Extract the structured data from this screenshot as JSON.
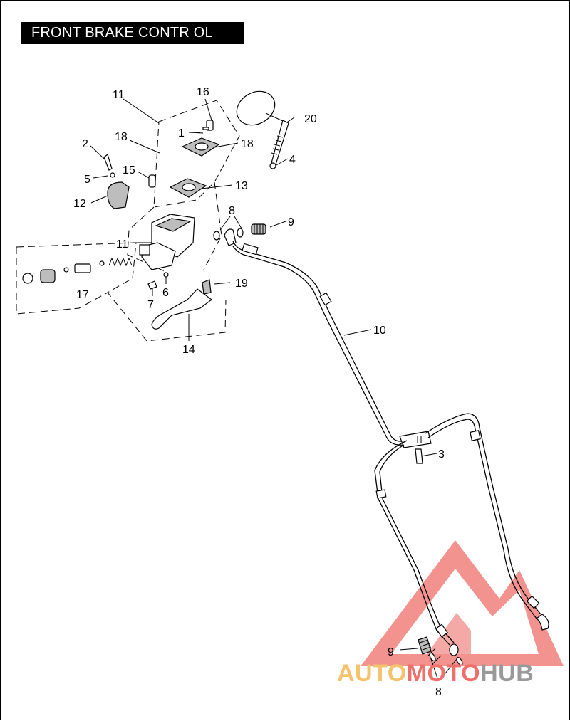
{
  "title": "FRONT BRAKE CONTR OL",
  "callouts": [
    {
      "id": "c11a",
      "text": "11"
    },
    {
      "id": "c16",
      "text": "16"
    },
    {
      "id": "c20",
      "text": "20"
    },
    {
      "id": "c1",
      "text": "1"
    },
    {
      "id": "c18a",
      "text": "18"
    },
    {
      "id": "c18b",
      "text": "18"
    },
    {
      "id": "c2",
      "text": "2"
    },
    {
      "id": "c4",
      "text": "4"
    },
    {
      "id": "c15",
      "text": "15"
    },
    {
      "id": "c5",
      "text": "5"
    },
    {
      "id": "c13",
      "text": "13"
    },
    {
      "id": "c12",
      "text": "12"
    },
    {
      "id": "c8a",
      "text": "8"
    },
    {
      "id": "c9a",
      "text": "9"
    },
    {
      "id": "c11b",
      "text": "11"
    },
    {
      "id": "c19",
      "text": "19"
    },
    {
      "id": "c17",
      "text": "17"
    },
    {
      "id": "c6",
      "text": "6"
    },
    {
      "id": "c7",
      "text": "7"
    },
    {
      "id": "c10",
      "text": "10"
    },
    {
      "id": "c14",
      "text": "14"
    },
    {
      "id": "c3",
      "text": "3"
    },
    {
      "id": "c9b",
      "text": "9"
    },
    {
      "id": "c8b",
      "text": "8"
    }
  ],
  "watermark": {
    "word1": "AUTO",
    "word2": "MOTO",
    "word3": "HUB",
    "colors": {
      "auto": "#f6c26b",
      "moto": "#ef6f6a",
      "hub": "#9a9a9a",
      "logo": "#ef6f6a"
    }
  }
}
